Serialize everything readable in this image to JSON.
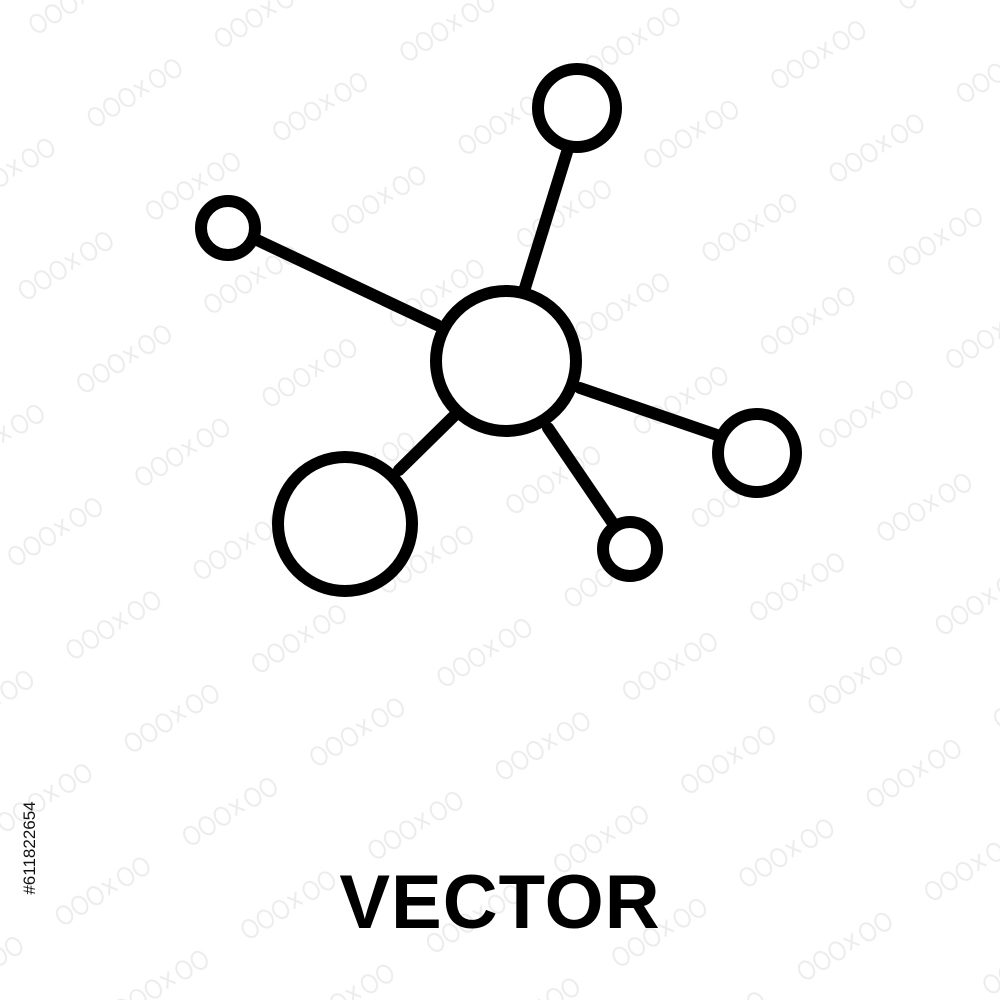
{
  "icon": {
    "name": "network-nodes-icon",
    "stroke_color": "#000000",
    "fill_color": "#ffffff"
  },
  "caption": {
    "text": "VECTOR"
  },
  "stock_id": {
    "text": "#611822654"
  },
  "watermark": {
    "name": "stock-watermark-pattern",
    "color": "#e9e9e9"
  }
}
